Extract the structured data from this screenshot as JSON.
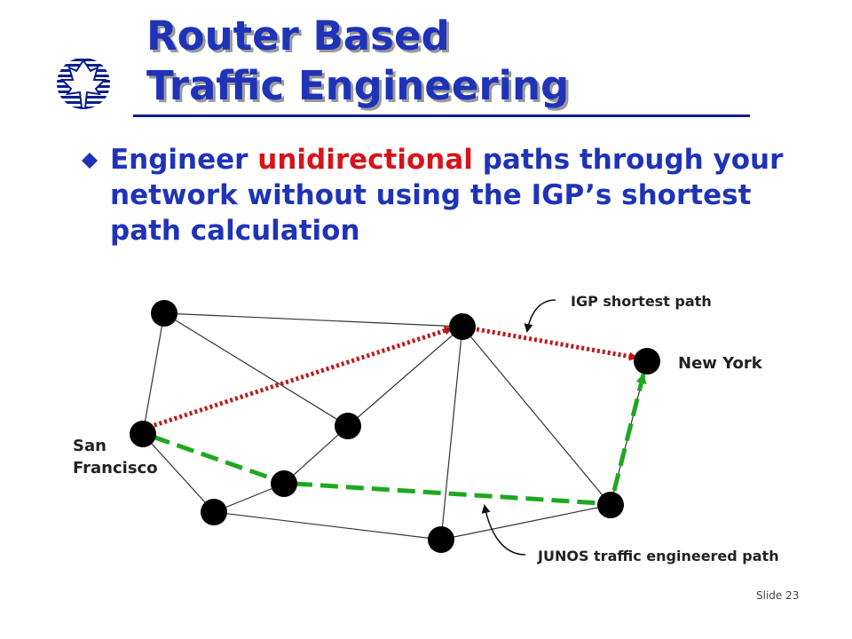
{
  "title": {
    "line1": "Router Based",
    "line2": "Traffic Engineering"
  },
  "bullet": {
    "text_before": "Engineer ",
    "highlight": "unidirectional",
    "text_after": " paths through your network without using the IGP’s shortest path calculation"
  },
  "diagram": {
    "labels": {
      "igp": "IGP shortest path",
      "new_york": "New York",
      "san_francisco_line1": "San",
      "san_francisco_line2": "Francisco",
      "junos": "JUNOS traffic engineered path"
    },
    "colors": {
      "igp_path": "#c0171c",
      "te_path": "#1ea81e",
      "node": "#000000",
      "link": "#333333"
    }
  },
  "slide_number": "Slide 23",
  "colors": {
    "title": "#1f33b8",
    "highlight": "#d6141a",
    "rule": "#0a1e8c"
  }
}
